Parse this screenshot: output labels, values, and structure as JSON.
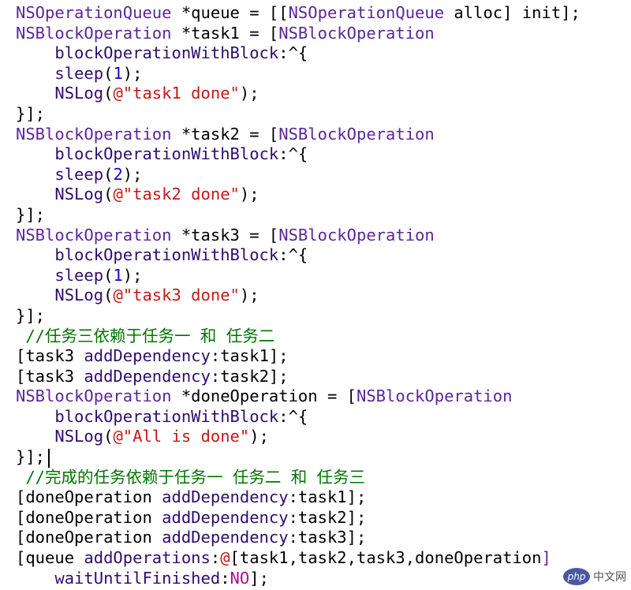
{
  "editor": {
    "lines": [
      [
        {
          "t": "NSOperationQueue",
          "c": "class"
        },
        {
          "t": " *queue = [[",
          "c": "plain"
        },
        {
          "t": "NSOperationQueue",
          "c": "class"
        },
        {
          "t": " alloc] init];",
          "c": "plain"
        }
      ],
      [
        {
          "t": "NSBlockOperation",
          "c": "class"
        },
        {
          "t": " *task1 = [",
          "c": "plain"
        },
        {
          "t": "NSBlockOperation",
          "c": "class"
        }
      ],
      [
        {
          "t": "    ",
          "c": "plain"
        },
        {
          "t": "blockOperationWithBlock",
          "c": "method"
        },
        {
          "t": ":^{",
          "c": "plain"
        }
      ],
      [
        {
          "t": "    ",
          "c": "plain"
        },
        {
          "t": "sleep",
          "c": "method"
        },
        {
          "t": "(",
          "c": "plain"
        },
        {
          "t": "1",
          "c": "number"
        },
        {
          "t": ");",
          "c": "plain"
        }
      ],
      [
        {
          "t": "    ",
          "c": "plain"
        },
        {
          "t": "NSLog",
          "c": "method"
        },
        {
          "t": "(",
          "c": "plain"
        },
        {
          "t": "@\"task1 done\"",
          "c": "string"
        },
        {
          "t": ");",
          "c": "plain"
        }
      ],
      [
        {
          "t": "}];",
          "c": "plain"
        }
      ],
      [
        {
          "t": "NSBlockOperation",
          "c": "class"
        },
        {
          "t": " *task2 = [",
          "c": "plain"
        },
        {
          "t": "NSBlockOperation",
          "c": "class"
        }
      ],
      [
        {
          "t": "    ",
          "c": "plain"
        },
        {
          "t": "blockOperationWithBlock",
          "c": "method"
        },
        {
          "t": ":^{",
          "c": "plain"
        }
      ],
      [
        {
          "t": "    ",
          "c": "plain"
        },
        {
          "t": "sleep",
          "c": "method"
        },
        {
          "t": "(",
          "c": "plain"
        },
        {
          "t": "2",
          "c": "number"
        },
        {
          "t": ");",
          "c": "plain"
        }
      ],
      [
        {
          "t": "    ",
          "c": "plain"
        },
        {
          "t": "NSLog",
          "c": "method"
        },
        {
          "t": "(",
          "c": "plain"
        },
        {
          "t": "@\"task2 done\"",
          "c": "string"
        },
        {
          "t": ");",
          "c": "plain"
        }
      ],
      [
        {
          "t": "}];",
          "c": "plain"
        }
      ],
      [
        {
          "t": "NSBlockOperation",
          "c": "class"
        },
        {
          "t": " *task3 = [",
          "c": "plain"
        },
        {
          "t": "NSBlockOperation",
          "c": "class"
        }
      ],
      [
        {
          "t": "    ",
          "c": "plain"
        },
        {
          "t": "blockOperationWithBlock",
          "c": "method"
        },
        {
          "t": ":^{",
          "c": "plain"
        }
      ],
      [
        {
          "t": "    ",
          "c": "plain"
        },
        {
          "t": "sleep",
          "c": "method"
        },
        {
          "t": "(",
          "c": "plain"
        },
        {
          "t": "1",
          "c": "number"
        },
        {
          "t": ");",
          "c": "plain"
        }
      ],
      [
        {
          "t": "    ",
          "c": "plain"
        },
        {
          "t": "NSLog",
          "c": "method"
        },
        {
          "t": "(",
          "c": "plain"
        },
        {
          "t": "@\"task3 done\"",
          "c": "string"
        },
        {
          "t": ");",
          "c": "plain"
        }
      ],
      [
        {
          "t": "}];",
          "c": "plain"
        }
      ],
      [
        {
          "t": " //任务三依赖于任务一 和 任务二",
          "c": "comment"
        }
      ],
      [
        {
          "t": "[task3 ",
          "c": "plain"
        },
        {
          "t": "addDependency",
          "c": "method"
        },
        {
          "t": ":task1];",
          "c": "plain"
        }
      ],
      [
        {
          "t": "[task3 ",
          "c": "plain"
        },
        {
          "t": "addDependency",
          "c": "method"
        },
        {
          "t": ":task2];",
          "c": "plain"
        }
      ],
      [
        {
          "t": "NSBlockOperation",
          "c": "class"
        },
        {
          "t": " *doneOperation = [",
          "c": "plain"
        },
        {
          "t": "NSBlockOperation",
          "c": "class"
        }
      ],
      [
        {
          "t": "    ",
          "c": "plain"
        },
        {
          "t": "blockOperationWithBlock",
          "c": "method"
        },
        {
          "t": ":^{",
          "c": "plain"
        }
      ],
      [
        {
          "t": "    ",
          "c": "plain"
        },
        {
          "t": "NSLog",
          "c": "method"
        },
        {
          "t": "(",
          "c": "plain"
        },
        {
          "t": "@\"All is done\"",
          "c": "string"
        },
        {
          "t": ");",
          "c": "plain"
        }
      ],
      [
        {
          "t": "}];",
          "c": "plain"
        }
      ],
      [
        {
          "t": " //完成的任务依赖于任务一 任务二 和 任务三",
          "c": "comment"
        }
      ],
      [
        {
          "t": "[doneOperation ",
          "c": "plain"
        },
        {
          "t": "addDependency",
          "c": "method"
        },
        {
          "t": ":task1];",
          "c": "plain"
        }
      ],
      [
        {
          "t": "[doneOperation ",
          "c": "plain"
        },
        {
          "t": "addDependency",
          "c": "method"
        },
        {
          "t": ":task2];",
          "c": "plain"
        }
      ],
      [
        {
          "t": "[doneOperation ",
          "c": "plain"
        },
        {
          "t": "addDependency",
          "c": "method"
        },
        {
          "t": ":task3];",
          "c": "plain"
        }
      ],
      [
        {
          "t": "[queue ",
          "c": "plain"
        },
        {
          "t": "addOperations",
          "c": "method"
        },
        {
          "t": ":",
          "c": "plain"
        },
        {
          "t": "@",
          "c": "string"
        },
        {
          "t": "[task1,task2,task3,doneOperation",
          "c": "plain"
        },
        {
          "t": "]",
          "c": "class"
        }
      ],
      [
        {
          "t": "    ",
          "c": "plain"
        },
        {
          "t": "waitUntilFinished",
          "c": "method"
        },
        {
          "t": ":",
          "c": "plain"
        },
        {
          "t": "NO",
          "c": "keyword"
        },
        {
          "t": "];",
          "c": "plain"
        }
      ]
    ]
  },
  "colors": {
    "plain": "#000000",
    "class": "#5b2699",
    "method": "#2e0d6e",
    "number": "#1c00cf",
    "string": "#c41a16",
    "comment": "#007400",
    "keyword": "#aa0d91"
  },
  "watermark": {
    "logo_text": "php",
    "site_text": "中文网"
  }
}
